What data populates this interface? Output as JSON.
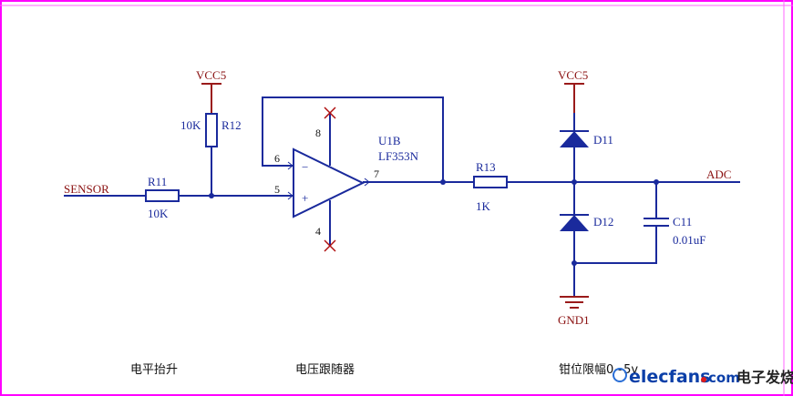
{
  "labels": {
    "sensor": "SENSOR",
    "adc": "ADC",
    "vcc_left": "VCC5",
    "vcc_right": "VCC5",
    "gnd": "GND1"
  },
  "components": {
    "r11": {
      "ref": "R11",
      "value": "10K"
    },
    "r12": {
      "ref": "R12",
      "value": "10K"
    },
    "r13": {
      "ref": "R13",
      "value": "1K"
    },
    "u1b": {
      "ref": "U1B",
      "part": "LF353N",
      "pin_inv": "6",
      "pin_noninv": "5",
      "pin_out": "7",
      "pin_vplus": "8",
      "pin_vminus": "4",
      "minus_sign": "−",
      "plus_sign": "+"
    },
    "d11": {
      "ref": "D11"
    },
    "d12": {
      "ref": "D12"
    },
    "c11": {
      "ref": "C11",
      "value": "0.01uF"
    }
  },
  "captions": {
    "level_shift": "电平抬升",
    "voltage_follower": "电压跟随器",
    "clamp_limit": "钳位限幅0~5v"
  },
  "watermark": {
    "brand": "elecfans",
    "dot_com": "com",
    "cn_name": "电子发烧友"
  },
  "colors": {
    "wire": "#1a2a9c",
    "power": "#9a1a1a",
    "border": "#ff00ff"
  }
}
